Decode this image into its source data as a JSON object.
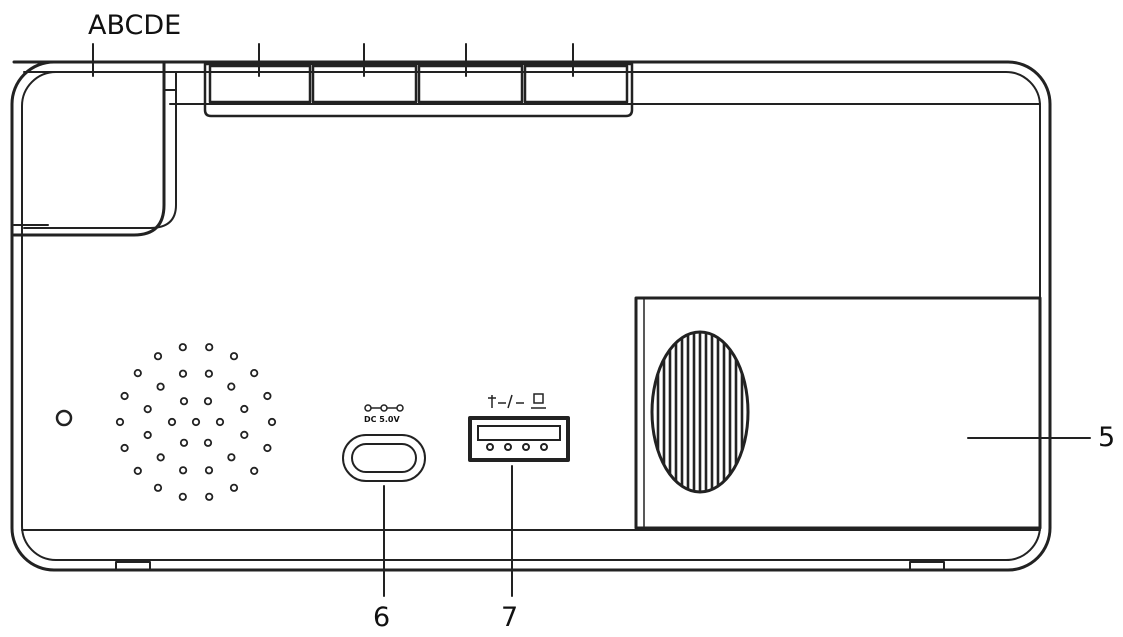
{
  "callouts": {
    "top_group": "ABCDE",
    "door": "5",
    "dc_port": "6",
    "usb_port": "7"
  },
  "port_markings": {
    "dc_rating": "DC 5.0V"
  }
}
